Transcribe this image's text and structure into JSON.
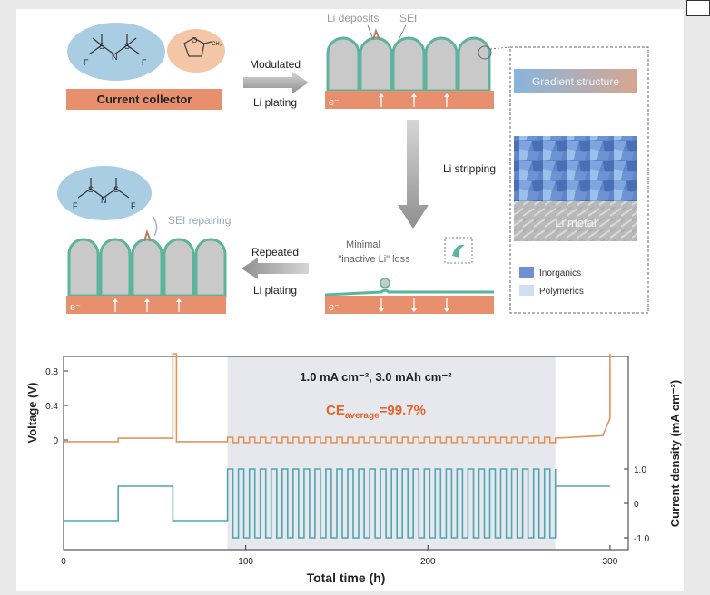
{
  "colors": {
    "background": "#e9e9e9",
    "panel": "#ffffff",
    "collector": "#e8906e",
    "sei": "#5db39b",
    "deposit": "#c9c9c9",
    "molecule_bg": "#a9cde3",
    "thf_bg": "#f2c6a6",
    "voltage_line": "#e0955a",
    "current_line": "#4fa5b0",
    "highlight": "#e6e8ee",
    "ce_text": "#e2652a",
    "arrow": "#9a9a9a"
  },
  "schematic": {
    "current_collector": "Current collector",
    "li_deposits": "Li deposits",
    "sei": "SEI",
    "modulated": "Modulated",
    "li_plating": "Li plating",
    "li_stripping": "Li stripping",
    "repeated": "Repeated",
    "li_plating_2": "Li plating",
    "sei_repairing": "SEI repairing",
    "minimal": "Minimal",
    "inactive_li_loss": "\"inactive Li\" loss",
    "electron": "e⁻",
    "gradient_structure": "Gradient structure",
    "li_metal": "Li metal",
    "legend_inorganics": "Inorganics",
    "legend_polymerics": "Polymerics",
    "atom_s": "S",
    "atom_n": "N",
    "atom_o": "O",
    "atom_f": "F",
    "ch3": "CH₃"
  },
  "chart_data": {
    "type": "line",
    "annotation_condition": "1.0 mA cm⁻², 3.0 mAh cm⁻²",
    "annotation_ce_prefix": "CE",
    "annotation_ce_subscript": "average",
    "annotation_ce_value": "=99.7%",
    "xlabel": "Total time (h)",
    "ylabel_left": "Voltage (V)",
    "ylabel_right": "Current density (mA cm⁻²)",
    "xlim": [
      0,
      310
    ],
    "x_ticks": [
      "0",
      "100",
      "200",
      "300"
    ],
    "voltage_ticks": [
      "0",
      "0.4",
      "0.8"
    ],
    "current_ticks": [
      "1.0",
      "0",
      "-1.0"
    ],
    "highlight_x_range": [
      90,
      270
    ],
    "series": [
      {
        "key": "voltage",
        "x": [
          0,
          30,
          30,
          60,
          60,
          62,
          62,
          90,
          90,
          270,
          270,
          296,
          300,
          300
        ],
        "y": [
          -0.02,
          -0.02,
          0.02,
          0.02,
          1.0,
          1.0,
          -0.02,
          -0.02,
          0.02,
          0.02,
          0.02,
          0.05,
          0.25,
          1.0
        ]
      },
      {
        "key": "current",
        "x": [
          0,
          30,
          30,
          60,
          60,
          90,
          90,
          270,
          270,
          300
        ],
        "y": [
          -0.5,
          -0.5,
          0.5,
          0.5,
          -0.5,
          -0.5,
          1.0,
          1.0,
          0.5,
          0.5
        ]
      }
    ],
    "cycling": {
      "x_start": 90,
      "x_end": 270,
      "period": 6,
      "current_high": 1.0,
      "current_low": -1.0,
      "voltage_high": 0.03,
      "voltage_low": -0.03
    }
  }
}
